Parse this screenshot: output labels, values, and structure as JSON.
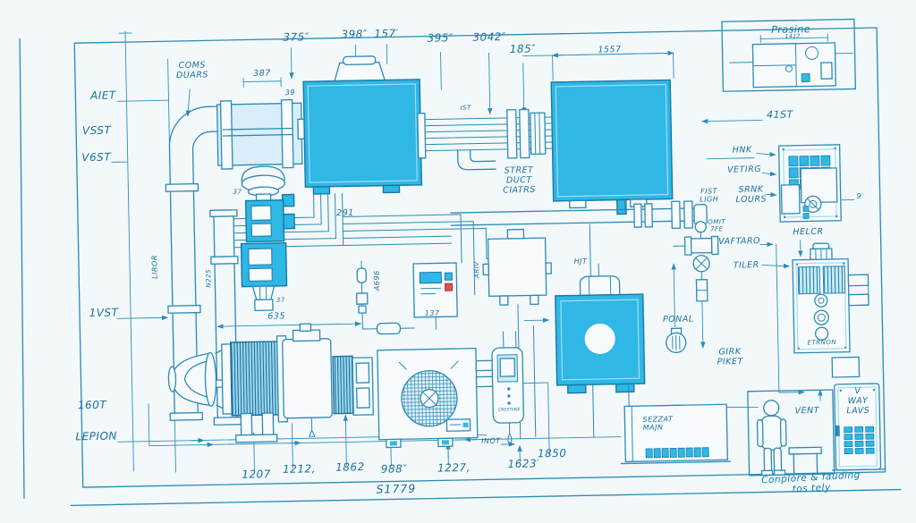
{
  "colors": {
    "line": "#2b8ab6",
    "ink": "#19719c",
    "fill_cyan": "#2fb7e6",
    "fill_pale": "#d9eef8",
    "accent_red": "#d9534f",
    "paper": "#f3f8fa"
  },
  "title_block": {
    "drawing_number": "S1779",
    "signature": "Conplore & fauding tos tely"
  },
  "labels": {
    "left": {
      "aiet": "AIET",
      "vsst": "VSST",
      "v6st": "V6ST",
      "liror": "LIROR",
      "n225": "N225",
      "vst1": "1VST",
      "t160": "160T",
      "lepion": "LEPION"
    },
    "top": {
      "coms": "COMS\nDUARS",
      "d375": "375″",
      "d398": "398″",
      "d157": "157′",
      "d387": "387",
      "d39": "39",
      "d395": "395″",
      "d3042": "3042″",
      "d185": "185″",
      "d1557": "1557",
      "ist": "IST"
    },
    "middle": {
      "d291": "291",
      "a696": "A696",
      "ariv": "ARIV",
      "d137": "137",
      "d635": "635",
      "d37_bell": "37",
      "d37_funnel": "37",
      "stret": "STRET\nDUCT\nCIATRS",
      "hjt": "HJT",
      "crestune": "CRESTUNE",
      "inot": "INOT"
    },
    "right": {
      "prasine": "Prasine",
      "d1417": "1417",
      "d41st": "41ST",
      "hnk": "HNK",
      "vetirg": "VETIRG",
      "srnk": "SRNK\nLOURS",
      "fist": "FIST\nLIGH",
      "omit": "OMIT\n7FE",
      "d9": "9′",
      "vaftaro": "VAFTARO",
      "helcr": "HELCR",
      "tiler": "TILER",
      "etrnon": "ETRNON",
      "ponal": "PONAL",
      "girk": "GIRK\nPIKET",
      "sezzat": "SEZZAT\nMAJN",
      "vent": "VENT",
      "vway": "V\nWAY\nLAVS"
    },
    "bottom": {
      "d1207": "1207",
      "d1212": "1212,",
      "d1862": "1862",
      "d988": "988″",
      "d1227": "1227,",
      "d1623": "1623′",
      "d1850": "1850"
    }
  }
}
